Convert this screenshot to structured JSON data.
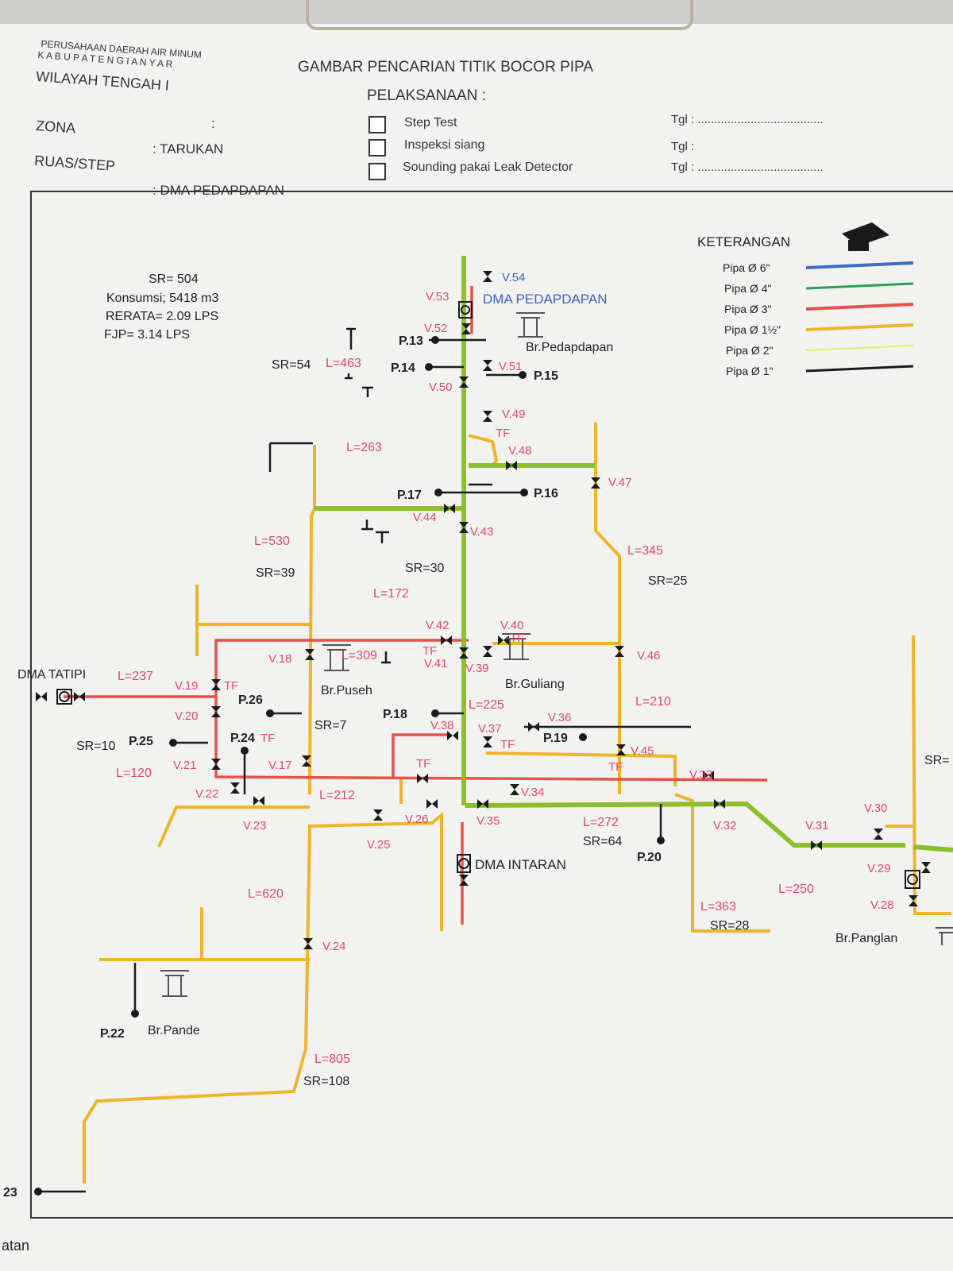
{
  "header": {
    "company1": "PERUSAHAAN DAERAH AIR MINUM",
    "company2": "K A B U P A T E N   G I A N Y A R",
    "wilayah": "WILAYAH TENGAH I",
    "colon": ":",
    "zona_label": "ZONA",
    "zona_value": ": TARUKAN",
    "ruas_label": "RUAS/STEP",
    "ruas_value": ": DMA PEDAPDAPAN",
    "title": "GAMBAR PENCARIAN TITIK BOCOR PIPA",
    "pelaksanaan": "PELAKSANAAN :",
    "options": [
      "Step Test",
      "Inspeksi siang",
      "Sounding pakai Leak Detector"
    ],
    "tgl": [
      "Tgl : ......................................",
      "Tgl :",
      "Tgl : ......................................"
    ]
  },
  "stats": [
    "SR= 504",
    "Konsumsi; 5418 m3",
    "RERATA= 2.09 LPS",
    "FJP= 3.14 LPS"
  ],
  "legend": {
    "title": "KETERANGAN",
    "items": [
      {
        "label": "Pipa Ø 6\"",
        "color": "#3a6fc4"
      },
      {
        "label": "Pipa Ø 4\"",
        "color": "#2e9e50"
      },
      {
        "label": "Pipa Ø 3\"",
        "color": "#e2534a"
      },
      {
        "label": "Pipa Ø 1½\"",
        "color": "#f0b429"
      },
      {
        "label": "Pipa Ø 2\"",
        "color": "#e6e86a"
      },
      {
        "label": "Pipa Ø 1\"",
        "color": "#1a1a1a"
      }
    ]
  },
  "colors": {
    "green": "#8cbf2a",
    "yellow": "#f0b429",
    "red": "#e2534a",
    "black": "#1a1a1a",
    "pink": "#e0476b",
    "blue": "#3b5fc4"
  },
  "diagram": {
    "dma": [
      "DMA PEDAPDAPAN",
      "DMA TATIPI",
      "DMA INTARAN"
    ],
    "buildings": [
      "Br.Pedapdapan",
      "Br.Puseh",
      "Br.Guliang",
      "Br.Pande",
      "Br.Panglan"
    ],
    "points": [
      "P.13",
      "P.14",
      "P.15",
      "P.16",
      "P.17",
      "P.18",
      "P.19",
      "P.20",
      "P.22",
      "P.24",
      "P.25",
      "P.26"
    ],
    "valves": [
      "V.17",
      "V.18",
      "V.19",
      "V.20",
      "V.21",
      "V.22",
      "V.23",
      "V.24",
      "V.25",
      "V.26",
      "V.28",
      "V.29",
      "V.30",
      "V.31",
      "V.32",
      "V.33",
      "V.34",
      "V.35",
      "V.36",
      "V.37",
      "V.38",
      "V.39",
      "V.40",
      "V.41",
      "V.42",
      "V.43",
      "V.44",
      "V.45",
      "V.46",
      "V.47",
      "V.48",
      "V.49",
      "V.50",
      "V.51",
      "V.52",
      "V.53",
      "V.54"
    ],
    "lengths": [
      "L=463",
      "L=263",
      "L=530",
      "L=172",
      "L=345",
      "L=309",
      "L=237",
      "L=225",
      "L=210",
      "L=120",
      "L=212",
      "L=272",
      "L=620",
      "L=363",
      "L=250",
      "L=805"
    ],
    "sr": [
      "SR=54",
      "SR=39",
      "SR=30",
      "SR=25",
      "SR=7",
      "SR=10",
      "SR=64",
      "SR=28",
      "SR=108",
      "SR="
    ],
    "tf": "TF",
    "edge_left": "23",
    "edge_bottom": "atan"
  }
}
